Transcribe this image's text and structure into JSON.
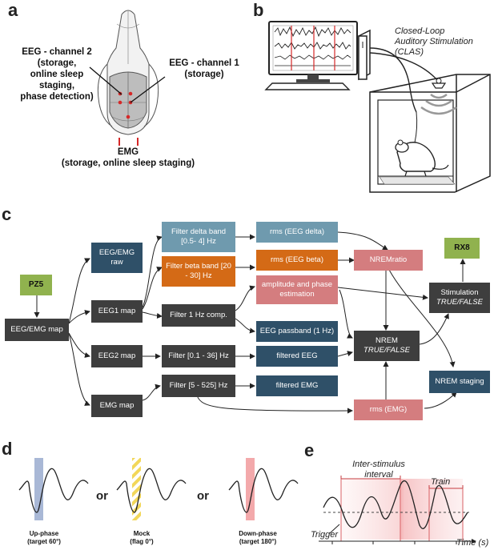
{
  "panels": {
    "a": "a",
    "b": "b",
    "c": "c",
    "d": "d",
    "e": "e"
  },
  "panel_a": {
    "eeg_ch2": "EEG - channel 2 (storage, online sleep staging, phase detection)",
    "eeg_ch2_lines": [
      "EEG - channel 2",
      "(storage,",
      "online sleep",
      "staging,",
      "phase detection)"
    ],
    "eeg_ch1_lines": [
      "EEG - channel 1",
      "(storage)"
    ],
    "emg_lines": [
      "EMG",
      "(storage, online sleep staging)"
    ]
  },
  "panel_b": {
    "clas_lines": [
      "Closed-Loop",
      "Auditory Stimulation",
      "(CLAS)"
    ]
  },
  "panel_c": {
    "nodes": {
      "pz5": "PZ5",
      "eeg_emg_map": "EEG/EMG map",
      "eeg_emg_raw": "EEG/EMG raw",
      "eeg1_map": "EEG1 map",
      "eeg2_map": "EEG2 map",
      "emg_map": "EMG map",
      "filter_delta": "Filter delta band [0.5- 4] Hz",
      "filter_beta": "Filter beta band [20 - 30] Hz",
      "filter_1hz": "Filter 1 Hz comp.",
      "filter_eeg": "Filter [0.1 - 36] Hz",
      "filter_emg": "Filter [5 - 525] Hz",
      "rms_delta": "rms (EEG delta)",
      "rms_beta": "rms (EEG beta)",
      "amp_phase": "amplitude and phase estimation",
      "eeg_passband": "EEG passband (1 Hz)",
      "filtered_eeg": "filtered EEG",
      "filtered_emg": "filtered EMG",
      "nrem_ratio": "NREMratio",
      "nrem": "NREM",
      "nrem_tf": "TRUE/FALSE",
      "rms_emg": "rms (EMG)",
      "rx8": "RX8",
      "stimulation": "Stimulation",
      "stim_tf": "TRUE/FALSE",
      "nrem_staging": "NREM staging"
    }
  },
  "panel_d": {
    "or1": "or",
    "or2": "or",
    "up_lines": [
      "Up-phase",
      "(target 60°)"
    ],
    "mock_lines": [
      "Mock",
      "(flag 0°)"
    ],
    "down_lines": [
      "Down-phase",
      "(target 180°)"
    ],
    "colors": {
      "up": "#a9b8d6",
      "mock": "#f2d75a",
      "down": "#f3a9ab"
    }
  },
  "panel_e": {
    "isi_lines": [
      "Inter-stimulus",
      "interval"
    ],
    "train": "Train",
    "trigger": "Trigger",
    "time": "Time (s)"
  }
}
